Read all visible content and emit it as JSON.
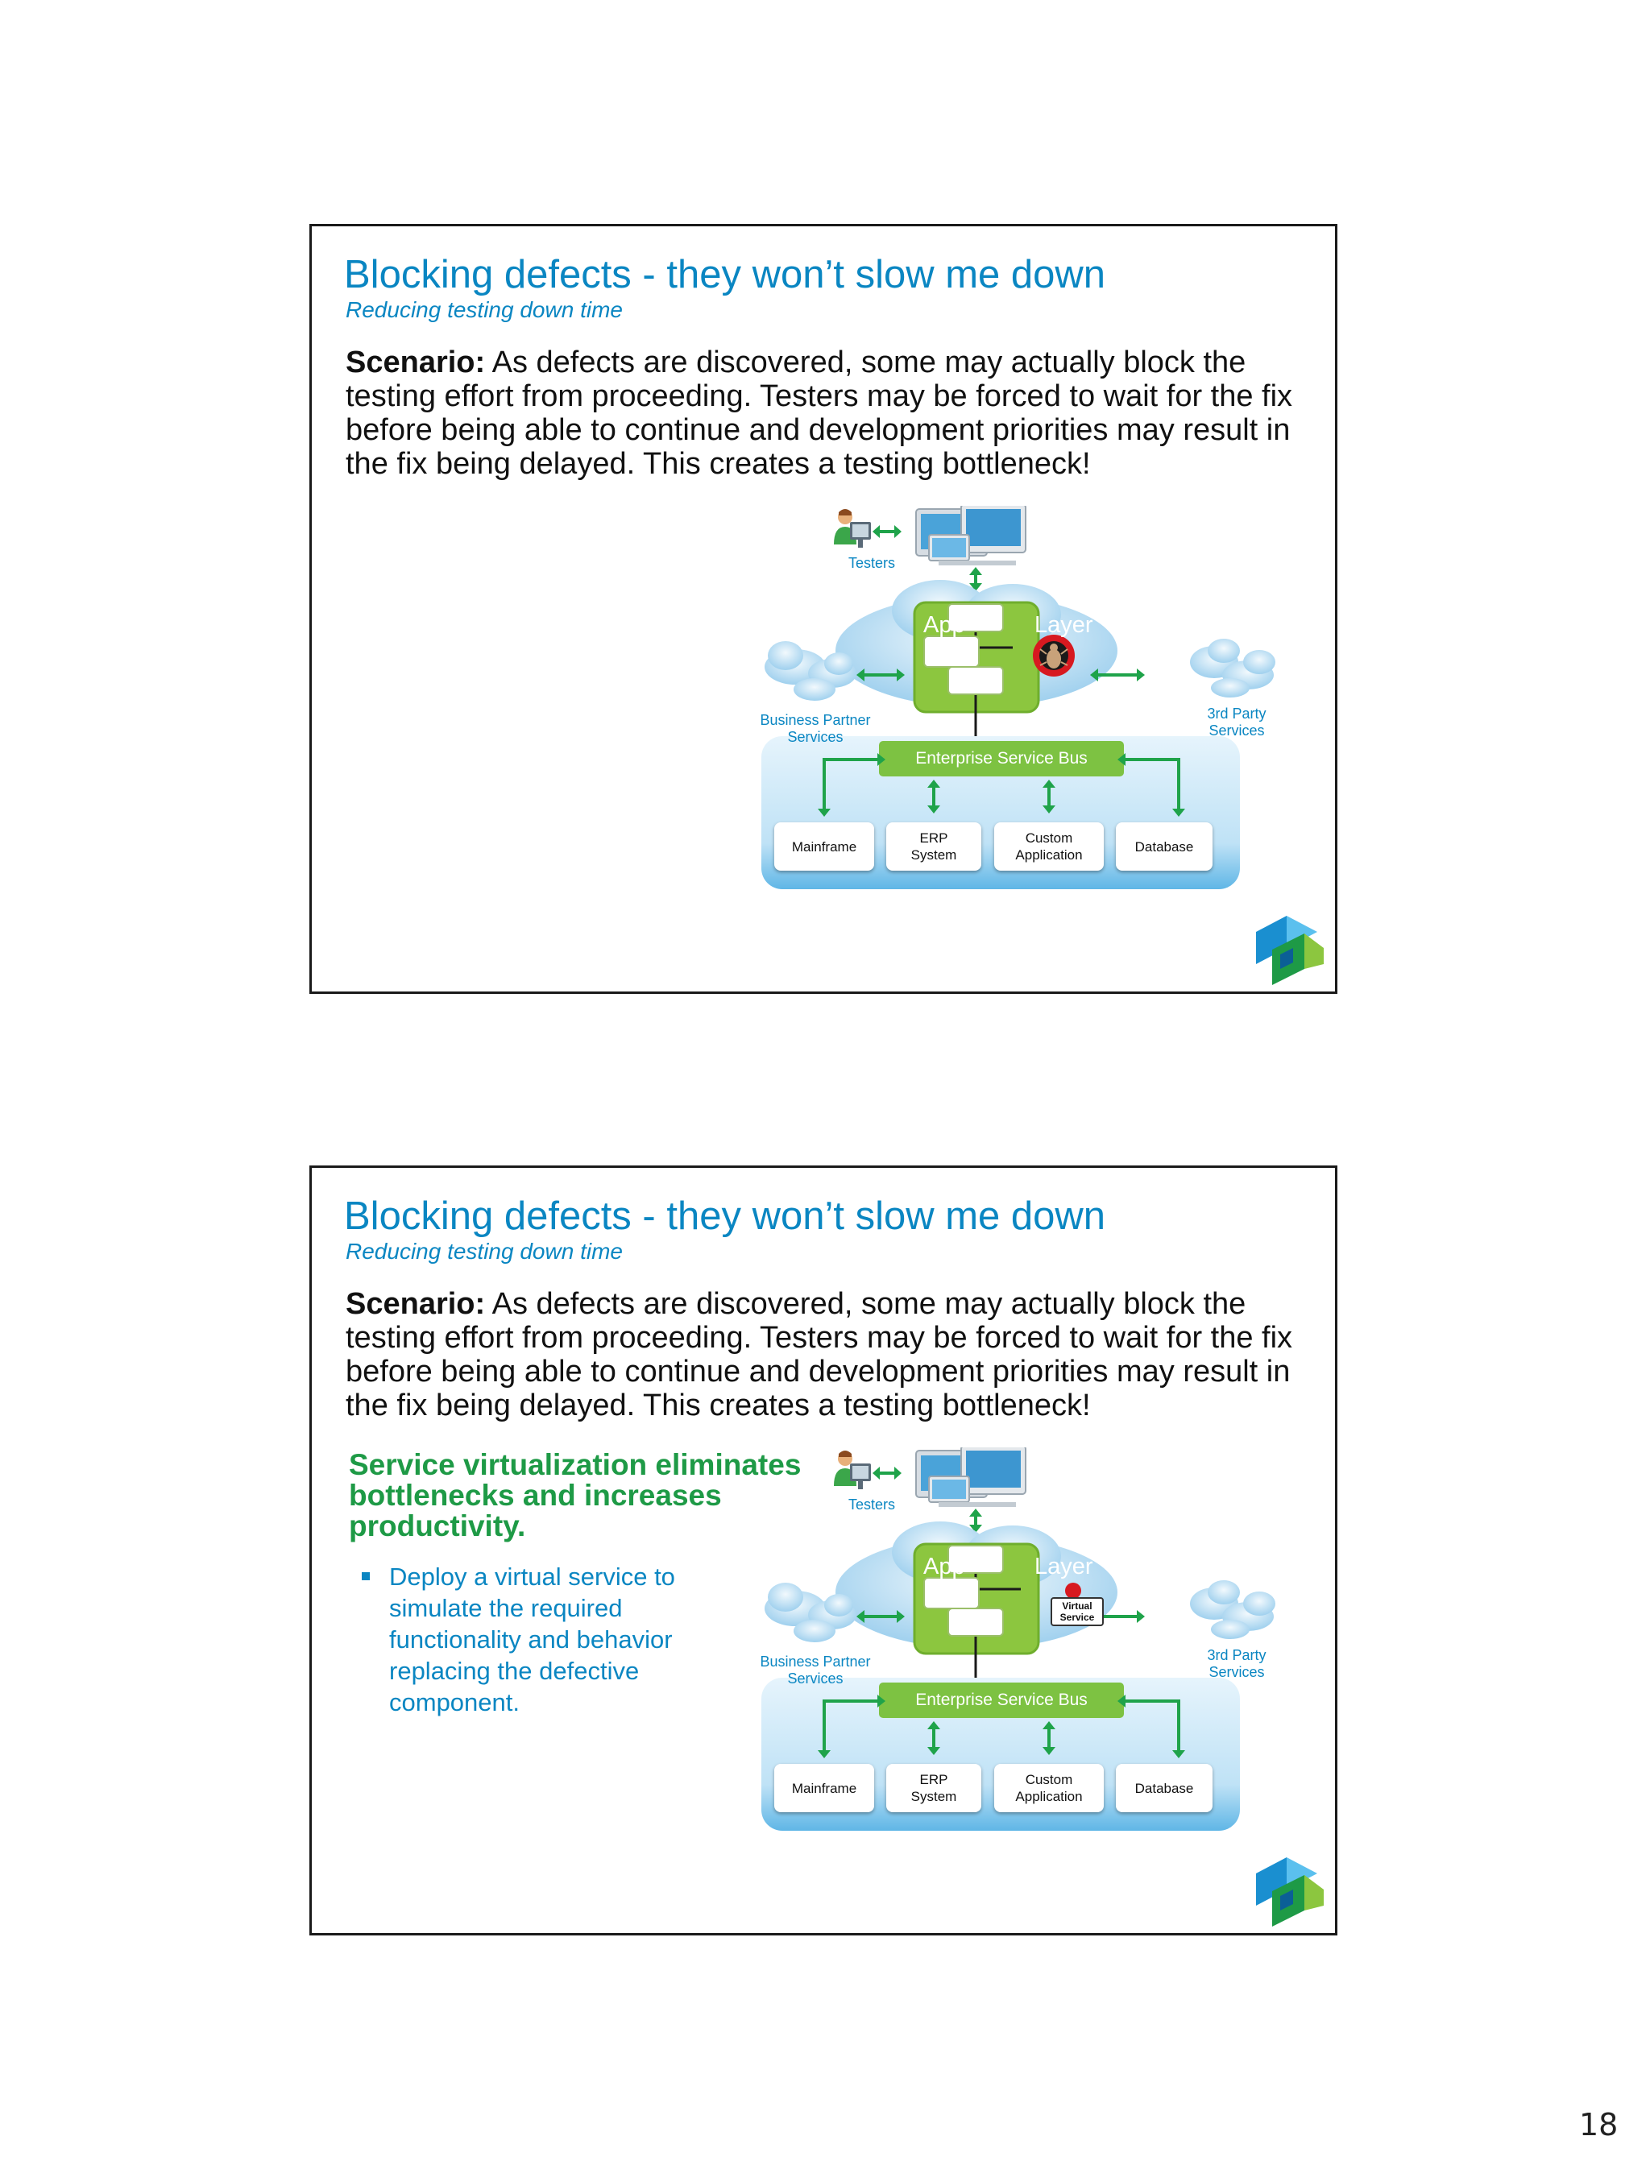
{
  "slides": [
    {
      "title": "Blocking defects - they won’t slow me down",
      "subtitle": "Reducing testing down time",
      "scenario_label": "Scenario:",
      "scenario_text": " As defects are discovered, some may actually block the testing effort from proceeding. Testers may be forced to wait for the fix before being able to continue and development priorities may result in the fix being delayed. This creates a testing bottleneck!",
      "diagram": {
        "testers_label": "Testers",
        "app_label": "App",
        "layer_label": "Layer",
        "business_partner_label": "Business Partner\nServices",
        "third_party_label": "3rd Party\nServices",
        "esb_label": "Enterprise Service Bus",
        "systems": [
          "Mainframe",
          "ERP\nSystem",
          "Custom\nApplication",
          "Database"
        ],
        "defect_icon": "bug-icon"
      }
    },
    {
      "title": "Blocking defects - they won’t slow me down",
      "subtitle": "Reducing testing down time",
      "scenario_label": "Scenario:",
      "scenario_text": " As defects are discovered, some may actually block the testing effort from proceeding. Testers may be forced to wait for the fix before being able to continue and development priorities may result in the fix being delayed. This creates a testing bottleneck!",
      "callout": "Service virtualization eliminates bottlenecks and increases productivity.",
      "bullets": [
        "Deploy a virtual service to simulate the required functionality and behavior replacing the defective component."
      ],
      "diagram": {
        "testers_label": "Testers",
        "app_label": "App",
        "layer_label": "Layer",
        "business_partner_label": "Business Partner\nServices",
        "third_party_label": "3rd Party\nServices",
        "esb_label": "Enterprise Service Bus",
        "systems": [
          "Mainframe",
          "ERP\nSystem",
          "Custom\nApplication",
          "Database"
        ],
        "virtual_service_label": "Virtual\nService"
      }
    }
  ],
  "page_number": "18",
  "colors": {
    "title_blue": "#0a86c2",
    "callout_green": "#1e9a46",
    "app_layer_green": "#8cc63f",
    "esb_green": "#7dc242",
    "bus_panel_blue": "#c9e6f7",
    "bug_red": "#d71920"
  }
}
